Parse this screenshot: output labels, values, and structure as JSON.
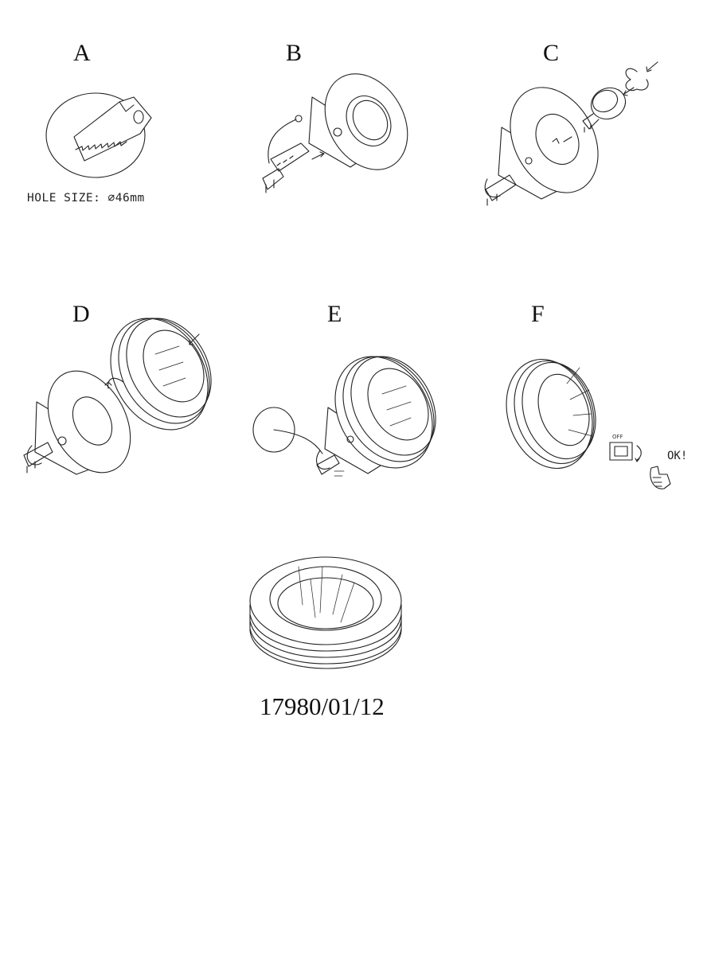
{
  "panels": {
    "a": {
      "label": "A",
      "caption": "HOLE SIZE: ∅46mm"
    },
    "b": {
      "label": "B"
    },
    "c": {
      "label": "C"
    },
    "d": {
      "label": "D"
    },
    "e": {
      "label": "E"
    },
    "f": {
      "label": "F",
      "switch_label": "OFF",
      "ok_text": "OK!"
    }
  },
  "product": {
    "model_number": "17980/01/12"
  },
  "icons": {
    "a": "hole-saw-icon",
    "b": "housing-wiring-icon",
    "c": "bulb-clip-icon",
    "d": "ring-twist-icon",
    "e": "wall-mount-icon",
    "f": "switch-ok-icon",
    "product": "finished-downlight-icon"
  }
}
